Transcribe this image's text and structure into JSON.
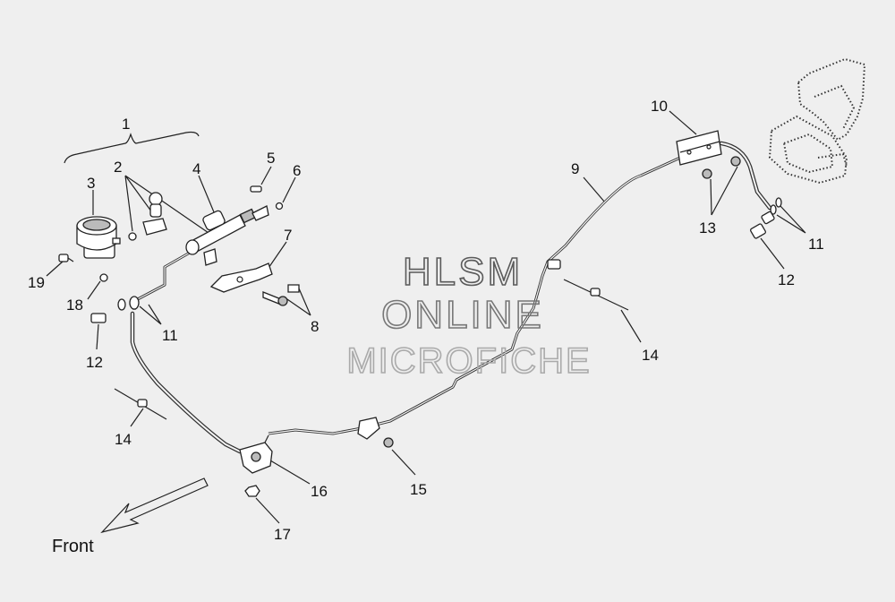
{
  "watermark": {
    "line1": "HLSM",
    "line2": "ONLINE",
    "line3": "MICROFICHE"
  },
  "front_label": "Front",
  "callouts": {
    "c1": "1",
    "c2": "2",
    "c3": "3",
    "c4": "4",
    "c5": "5",
    "c6": "6",
    "c7": "7",
    "c8": "8",
    "c9": "9",
    "c10": "10",
    "c11_left": "11",
    "c11_right": "11",
    "c12_left": "12",
    "c12_right": "12",
    "c13": "13",
    "c14_left": "14",
    "c14_right": "14",
    "c15": "15",
    "c16": "16",
    "c17": "17",
    "c18": "18",
    "c19": "19"
  }
}
